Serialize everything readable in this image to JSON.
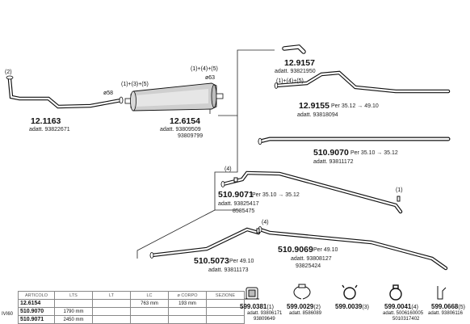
{
  "parts": [
    {
      "id": "p12_1163",
      "code": "12.1163",
      "adatt": "adatt. 93822671"
    },
    {
      "id": "p12_6154",
      "code": "12.6154",
      "adatt": "adatt. 93809509",
      "adatt2": "93809799",
      "qualifier": "(1)+(3)+(5)",
      "qualifier2": "(1)+(4)+(5)",
      "diameter": "ø63"
    },
    {
      "id": "p12_9157",
      "code": "12.9157",
      "adatt": "adatt. 93821950",
      "qualifier": "(1)+(4)+(5)"
    },
    {
      "id": "p12_9155",
      "code": "12.9155",
      "per": "Per  35.12  →  49.10",
      "adatt": "adatt. 93818094"
    },
    {
      "id": "p510_9070",
      "code": "510.9070",
      "per": "Per  35.10  →  35.12",
      "adatt": "adatt. 93811172"
    },
    {
      "id": "p510_9071",
      "code": "510.9071",
      "per": "Per  35.10  →  35.12",
      "adatt": "adatt. 93825417",
      "adatt2": "8585475",
      "qualifier": "(4)",
      "qualifier2": "(1)"
    },
    {
      "id": "p510_5073",
      "code": "510.5073",
      "per": "Per  49.10",
      "adatt": "adatt. 93811173"
    },
    {
      "id": "p510_9069",
      "code": "510.9069",
      "per": "Per  49.10",
      "adatt": "adatt. 93808127",
      "adatt2": "93825424",
      "qualifier": "(4)"
    }
  ],
  "labels": {
    "front_qualifier": "(2)",
    "diameter_58": "ø58"
  },
  "table": {
    "headers": [
      "ARTICOLO",
      "LTS",
      "LT",
      "LC",
      "ø CORPO",
      "SEZIONE"
    ],
    "rows": [
      [
        "12.6154",
        "",
        "",
        "763  mm",
        "193  mm",
        ""
      ],
      [
        "510.9070",
        "1790  mm",
        "",
        "",
        "",
        ""
      ],
      [
        "510.9071",
        "2450  mm",
        "",
        "",
        "",
        ""
      ]
    ],
    "side_label": "IVI60"
  },
  "accessories": [
    {
      "code": "599.0381",
      "qty": "(1)",
      "ref": "adatt. 93806171",
      "ref2": "93809649",
      "icon": "mounting-bracket-icon"
    },
    {
      "code": "599.0029",
      "qty": "(2)",
      "ref": "adatt. 8586089",
      "icon": "flange-clamp-icon"
    },
    {
      "code": "599.0039",
      "qty": "(3)",
      "ref": "",
      "icon": "pipe-clamp-icon"
    },
    {
      "code": "599.0041",
      "qty": "(4)",
      "ref": "adatt. 5006160005",
      "ref2": "5010317402",
      "icon": "clamp-ring-icon"
    },
    {
      "code": "599.0668",
      "qty": "(5)",
      "ref": "adatt. 93806116",
      "icon": "hanger-icon"
    }
  ]
}
